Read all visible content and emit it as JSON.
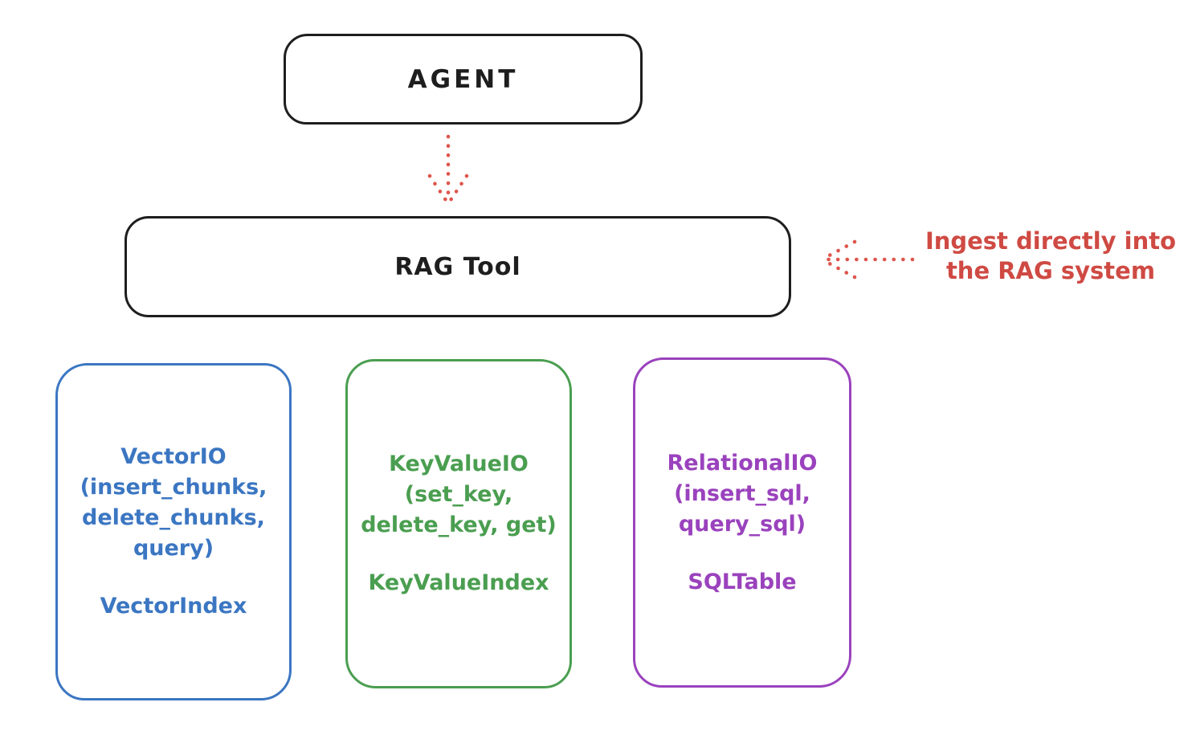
{
  "palette": {
    "background": "#ffffff",
    "ink": "#1e1e1e",
    "blue": "#3b76c2",
    "green": "#4a9e50",
    "purple": "#9a42bd",
    "red": "#cf4a43",
    "red_arrow": "#de564c"
  },
  "diagram": {
    "agent": {
      "label": "AGENT"
    },
    "rag_tool": {
      "label": "RAG Tool"
    },
    "annotation": {
      "line1": "Ingest directly into",
      "line2": "the RAG system"
    },
    "backends": [
      {
        "id": "vector-io",
        "color": "#3b76c2",
        "lines": [
          "VectorIO",
          "(insert_chunks,",
          "delete_chunks,",
          "query)"
        ],
        "index_label": "VectorIndex"
      },
      {
        "id": "keyvalue-io",
        "color": "#4a9e50",
        "lines": [
          "KeyValueIO",
          "(set_key,",
          "delete_key, get)"
        ],
        "index_label": "KeyValueIndex"
      },
      {
        "id": "relational-io",
        "color": "#9a42bd",
        "lines": [
          "RelationalIO",
          "(insert_sql,",
          "query_sql)"
        ],
        "index_label": "SQLTable"
      }
    ]
  }
}
